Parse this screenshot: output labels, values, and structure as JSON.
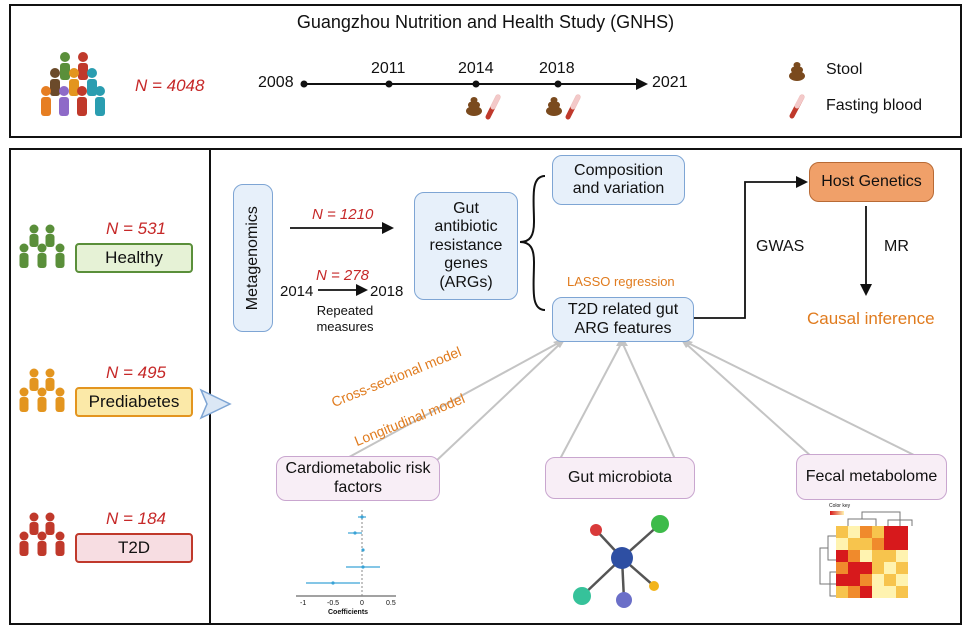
{
  "header": {
    "title": "Guangzhou Nutrition and Health Study (GNHS)",
    "n_total": "N = 4048",
    "timeline": [
      "2008",
      "2011",
      "2014",
      "2018",
      "2021"
    ],
    "legend": {
      "stool": "Stool",
      "blood": "Fasting blood"
    }
  },
  "groups": [
    {
      "n": "N = 531",
      "label": "Healthy",
      "color": "#5a8f3a",
      "fill": "#e6f2d6"
    },
    {
      "n": "N = 495",
      "label": "Prediabetes",
      "color": "#e3951f",
      "fill": "#fbe9a8"
    },
    {
      "n": "N = 184",
      "label": "T2D",
      "color": "#c0392b",
      "fill": "#f7dde2"
    }
  ],
  "flow": {
    "metagenomics": "Metagenomics",
    "n_cross": "N = 1210",
    "n_repeat": "N = 278",
    "year_start": "2014",
    "year_end": "2018",
    "repeated": "Repeated measures",
    "args": "Gut antibiotic resistance genes (ARGs)",
    "composition": "Composition and variation",
    "lasso": "LASSO regression",
    "t2d_features": "T2D related gut ARG features",
    "host_genetics": "Host Genetics",
    "gwas": "GWAS",
    "mr": "MR",
    "causal": "Causal inference",
    "cross_model": "Cross-sectional model",
    "long_model": "Longitudinal model",
    "cardio": "Cardiometabolic risk factors",
    "microbiota": "Gut microbiota",
    "metabolome": "Fecal metabolome",
    "coef_label": "Coefficients",
    "coef_ticks": [
      "-1",
      "-0.5",
      "0",
      "0.5"
    ],
    "heatmap_key": "Color key"
  },
  "colors": {
    "accent_red": "#c62828",
    "accent_orange": "#e07b1e",
    "blue_box": "#e7f0fa",
    "pink_box": "#f8eef6",
    "host_genetics": "#f0a069"
  }
}
